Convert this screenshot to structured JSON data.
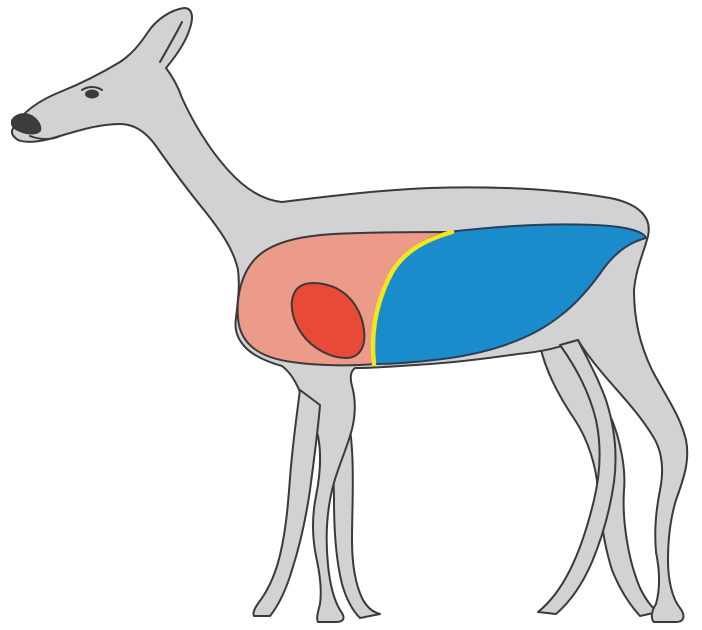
{
  "colors": {
    "background": "#ffffff",
    "body": "#d2d2d4",
    "outline": "#3a3a3a",
    "nose": "#3c3c3c",
    "eye": "#3a3a3a",
    "lungs": "#ec9a8a",
    "heart": "#e84a37",
    "diaphragm": "#f2e61c",
    "abdomen": "#1a8ccc"
  },
  "figure": {
    "subject": "deer",
    "regions": [
      "lungs",
      "heart",
      "diaphragm",
      "abdomen"
    ]
  }
}
